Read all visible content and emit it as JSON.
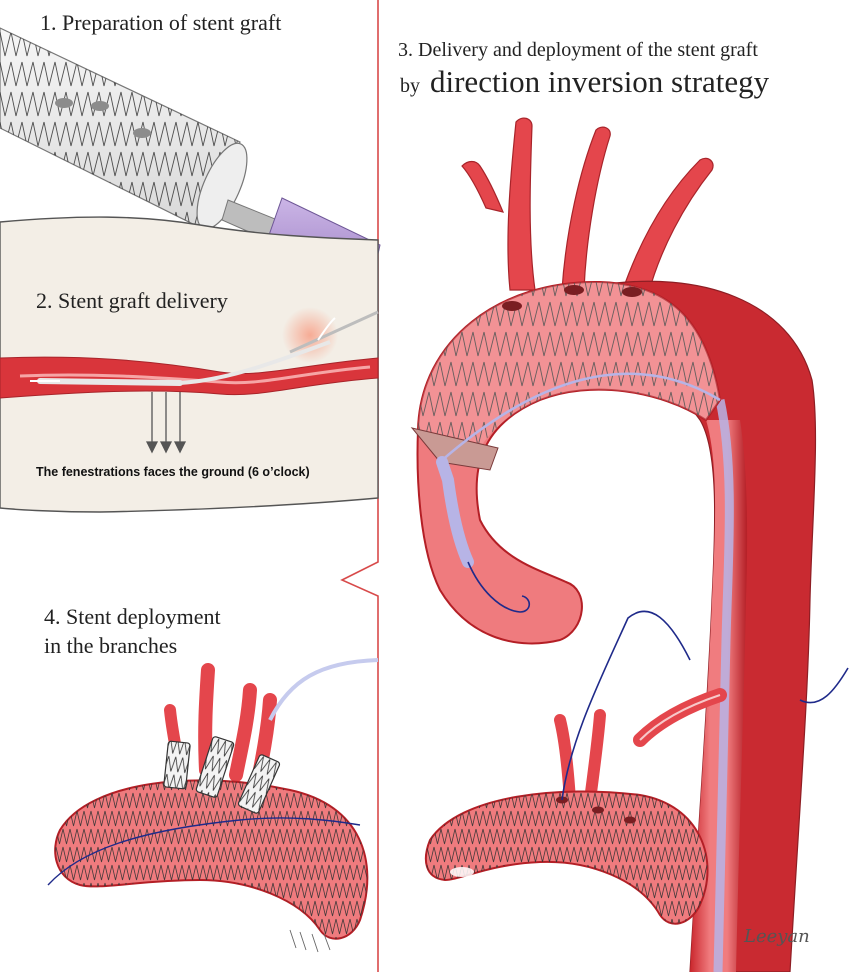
{
  "panel1": {
    "title": "1. Preparation of stent graft"
  },
  "panel2": {
    "title": "2. Stent graft delivery",
    "caption": "The fenestrations faces the ground (6 o’clock)"
  },
  "panel3": {
    "title_line1": "3. Delivery and deployment of the stent graft",
    "title_line2_prefix": "by",
    "title_line2_main": "direction inversion strategy"
  },
  "panel4": {
    "title_line1": "4. Stent deployment",
    "title_line2": "in the branches"
  },
  "signature": "Leeyan",
  "colors": {
    "vessel_red": "#d9353b",
    "vessel_pink": "#f48a8a",
    "vessel_dark": "#a8242a",
    "divider_red": "#d84a4a",
    "sheath_purple": "#b99cd8",
    "wire_blue": "#1f2a8a",
    "skin_beige": "#f3eee6"
  }
}
